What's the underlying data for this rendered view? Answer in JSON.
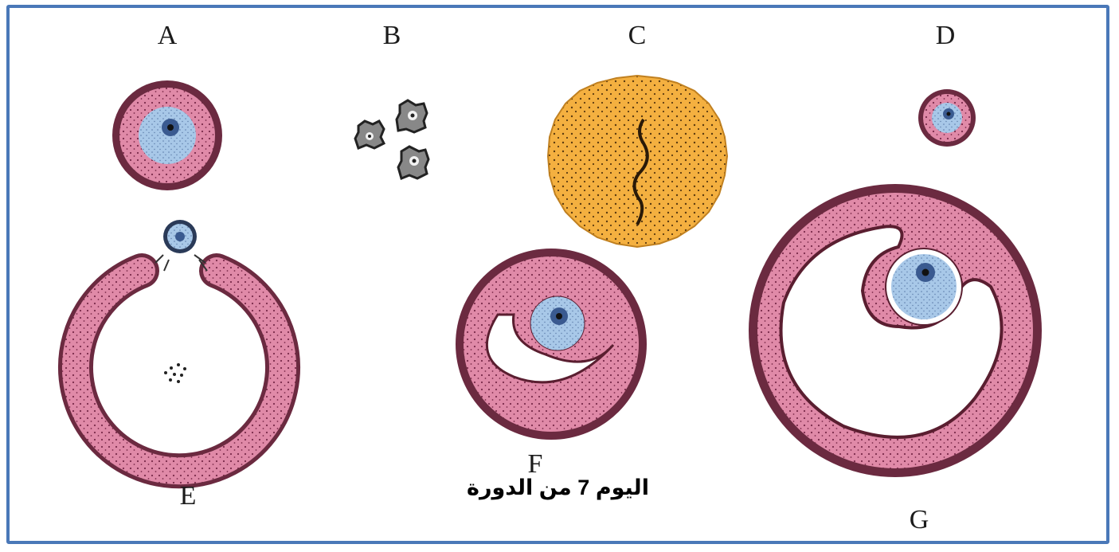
{
  "labels": {
    "a": "A",
    "b": "B",
    "c": "C",
    "d": "D",
    "e": "E",
    "f": "F",
    "g": "G"
  },
  "caption": "اليوم 7 من الدورة",
  "colors": {
    "frame": "#4a78b8",
    "granulosa": "#e08aa8",
    "theca": "#6b2a40",
    "oocyte": "#a8c8e8",
    "nucleus": "#2c4a78",
    "corpus_luteum": "#f4b040",
    "stroma_cell": "#777777"
  }
}
